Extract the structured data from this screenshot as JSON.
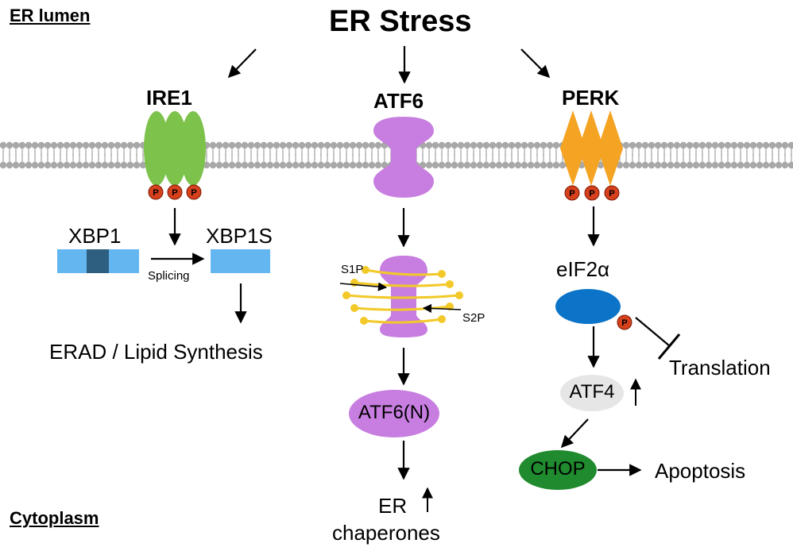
{
  "regions": {
    "lumen": "ER lumen",
    "cytoplasm": "Cytoplasm"
  },
  "title": "ER Stress",
  "sensors": {
    "ire1": "IRE1",
    "atf6": "ATF6",
    "perk": "PERK"
  },
  "phospho_label": "P",
  "ire1_branch": {
    "xbp1": "XBP1",
    "xbp1s": "XBP1S",
    "splicing": "Splicing",
    "outcome": "ERAD / Lipid Synthesis"
  },
  "atf6_branch": {
    "s1p": "S1P",
    "s2p": "S2P",
    "atf6n": "ATF6(N)",
    "outcome_line1": "ER",
    "outcome_line2": "chaperones"
  },
  "perk_branch": {
    "eif2a": "eIF2α",
    "translation": "Translation",
    "atf4": "ATF4",
    "chop": "CHOP",
    "apoptosis": "Apoptosis"
  },
  "colors": {
    "ire1": "#7dc24b",
    "atf6": "#c77ee0",
    "perk": "#f5a323",
    "phospho": "#d6401c",
    "xbp1": "#64b6f0",
    "xbp1_intron": "#2f5f80",
    "eif2a": "#0b74c9",
    "atf4": "#e6e6e6",
    "chop": "#1f8a2e",
    "protease_lines": "#f2c928",
    "membrane": "#a8a8a8"
  }
}
